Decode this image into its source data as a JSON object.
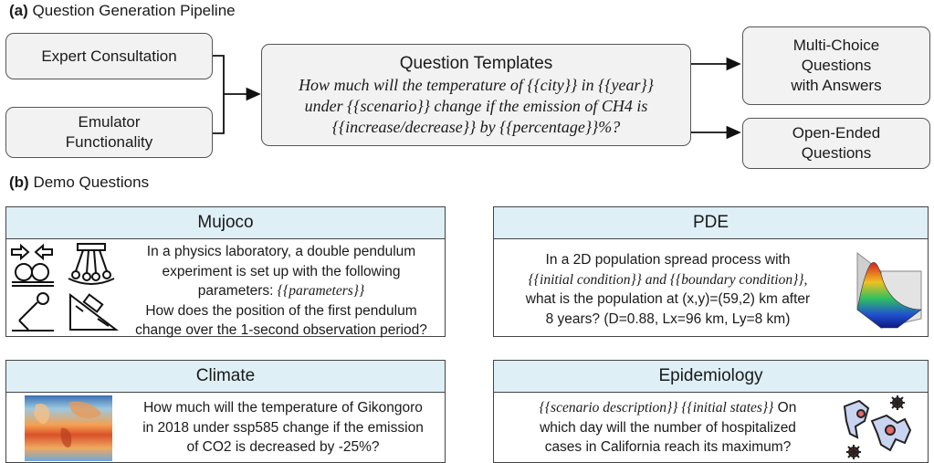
{
  "section_a": {
    "label": "(a)",
    "title": "Question Generation Pipeline"
  },
  "pipeline": {
    "expert": "Expert Consultation",
    "emulator_l1": "Emulator",
    "emulator_l2": "Functionality",
    "template_title": "Question Templates",
    "template_l1": "How much will the temperature of {{city}} in {{year}}",
    "template_l2": "under {{scenario}} change if the emission of CH4 is",
    "template_l3": "{{increase/decrease}} by {{percentage}}%?",
    "mc_l1": "Multi-Choice",
    "mc_l2": "Questions",
    "mc_l3": "with Answers",
    "oe_l1": "Open-Ended",
    "oe_l2": "Questions"
  },
  "section_b": {
    "label": "(b)",
    "title": "Demo Questions"
  },
  "mujoco": {
    "title": "Mujoco",
    "l1": "In a physics laboratory, a double pendulum",
    "l2": "experiment is set up with the following",
    "l3a": "parameters: ",
    "l3b": "{{parameters}}",
    "l4": "How does the position of the first pendulum",
    "l5": "change over the 1-second observation period?"
  },
  "pde": {
    "title": "PDE",
    "l1": "In a 2D population spread process with",
    "l2": "{{initial condition}} and {{boundary condition}},",
    "l3": "what is the population at (x,y)=(59,2) km after",
    "l4": "8 years? (D=0.88, Lx=96 km, Ly=8 km)"
  },
  "climate": {
    "title": "Climate",
    "l1": "How much will the temperature of Gikongoro",
    "l2": "in 2018 under ssp585 change if the emission",
    "l3": "of CO2 is decreased by -25%?"
  },
  "epi": {
    "title": "Epidemiology",
    "l1a": "{{scenario description}} {{initial states}}",
    "l1b": " On",
    "l2": "which day will the number of hospitalized",
    "l3": "cases in California reach its maximum?"
  },
  "colors": {
    "box_fill": "#f2f2f2",
    "card_header": "#deeff6",
    "border": "#444444"
  }
}
